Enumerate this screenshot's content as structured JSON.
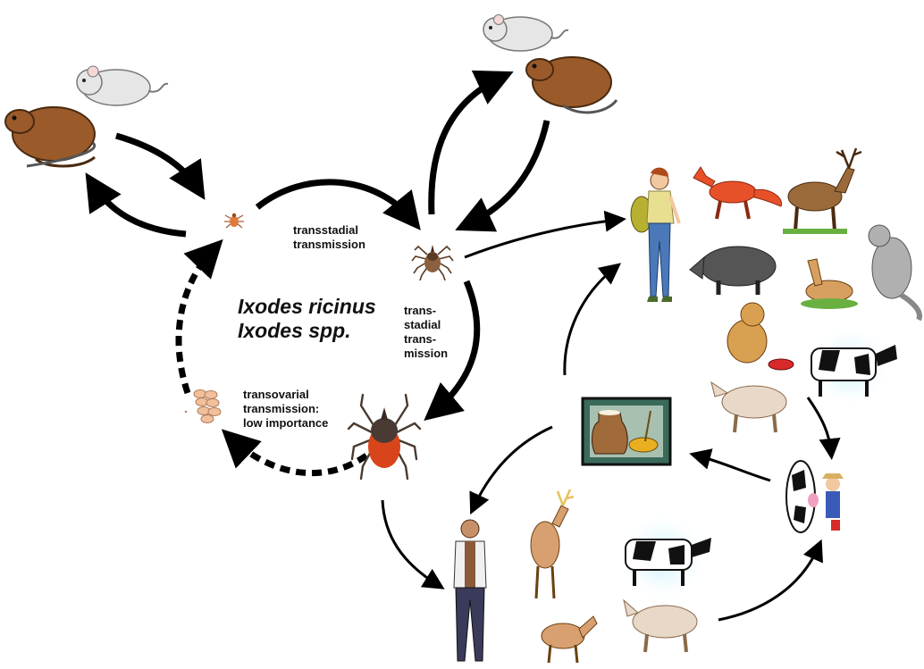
{
  "species": {
    "line1": "Ixodes ricinus",
    "line2": "Ixodes spp."
  },
  "labels": {
    "transstadial_top": "transstadial\ntransmission",
    "transstadial_right": "trans-\nstadial\ntrans-\nmission",
    "transovarial": "transovarial\ntransmission:\nlow importance"
  },
  "colors": {
    "tick_body": "#7a4a2a",
    "tick_red": "#d8451a",
    "arrow": "#000000",
    "rodent_brown": "#9a5a2a",
    "cow_glow": "#bfefff"
  }
}
